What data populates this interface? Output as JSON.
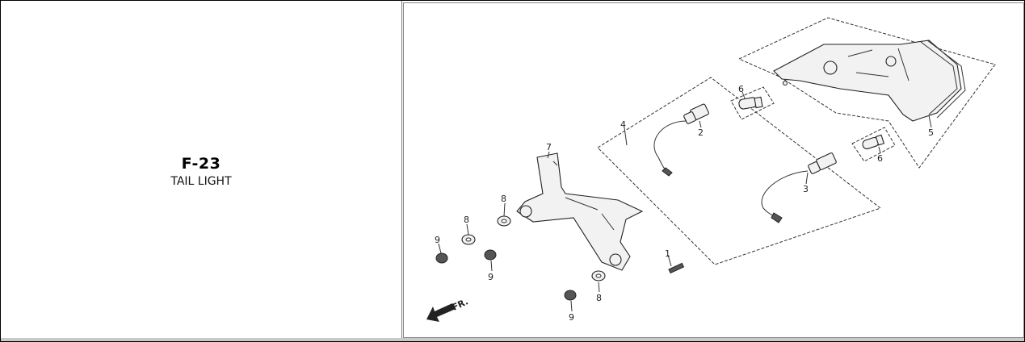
{
  "section": {
    "code": "F-23",
    "name": "TAIL LIGHT"
  },
  "diagram": {
    "callouts": [
      "1",
      "2",
      "3",
      "4",
      "5",
      "6",
      "6",
      "7",
      "8",
      "8",
      "8",
      "9",
      "9",
      "9"
    ],
    "direction_label": "FR."
  },
  "colors": {
    "border": "#000000",
    "line": "#333333",
    "background": "#ffffff"
  }
}
